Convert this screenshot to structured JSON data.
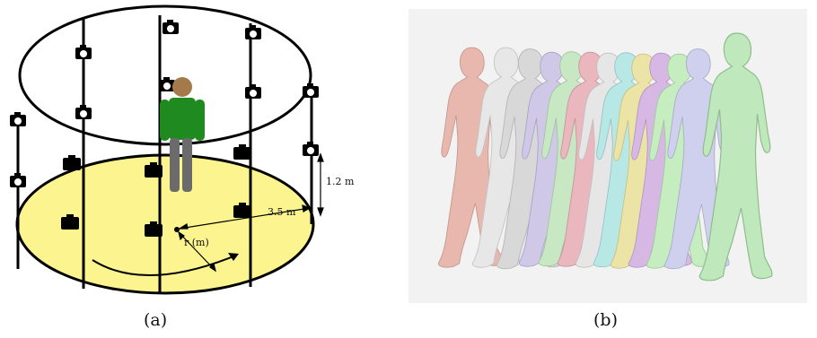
{
  "figure_a": {
    "caption": "(a)",
    "labels": {
      "height": "1.2 m",
      "radius": "3.5 m",
      "rotation": "r (m)"
    },
    "colors": {
      "floor": "#fbf48f",
      "shirt": "#1f8a1f",
      "pants": "#666666",
      "head": "#a57a4a"
    }
  },
  "figure_b": {
    "caption": "(b)",
    "figure_colors": [
      "#e8b7ae",
      "#e7e7e7",
      "#cfc8e6",
      "#c7e8c3",
      "#eab7bf",
      "#e6e6e6",
      "#b7e8e6",
      "#ece4a7",
      "#d7b8e5",
      "#c5edc0"
    ]
  }
}
